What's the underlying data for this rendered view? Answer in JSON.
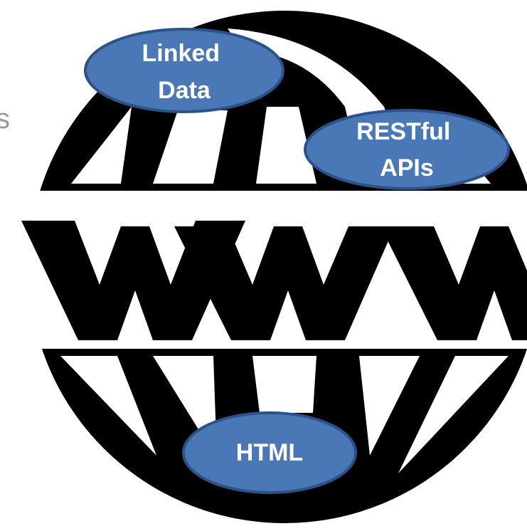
{
  "diagram": {
    "globe_text": "WWW",
    "bubbles": [
      {
        "id": "linked-data",
        "lines": [
          "Linked",
          "Data"
        ]
      },
      {
        "id": "restful-apis",
        "lines": [
          "RESTful",
          "APIs"
        ]
      },
      {
        "id": "html",
        "lines": [
          "HTML"
        ]
      }
    ]
  },
  "colors": {
    "globe": "#000000",
    "bubble_fill": "#4a78b6",
    "bubble_stroke": "#2c5389",
    "bubble_text": "#ffffff",
    "background": "#ffffff"
  }
}
